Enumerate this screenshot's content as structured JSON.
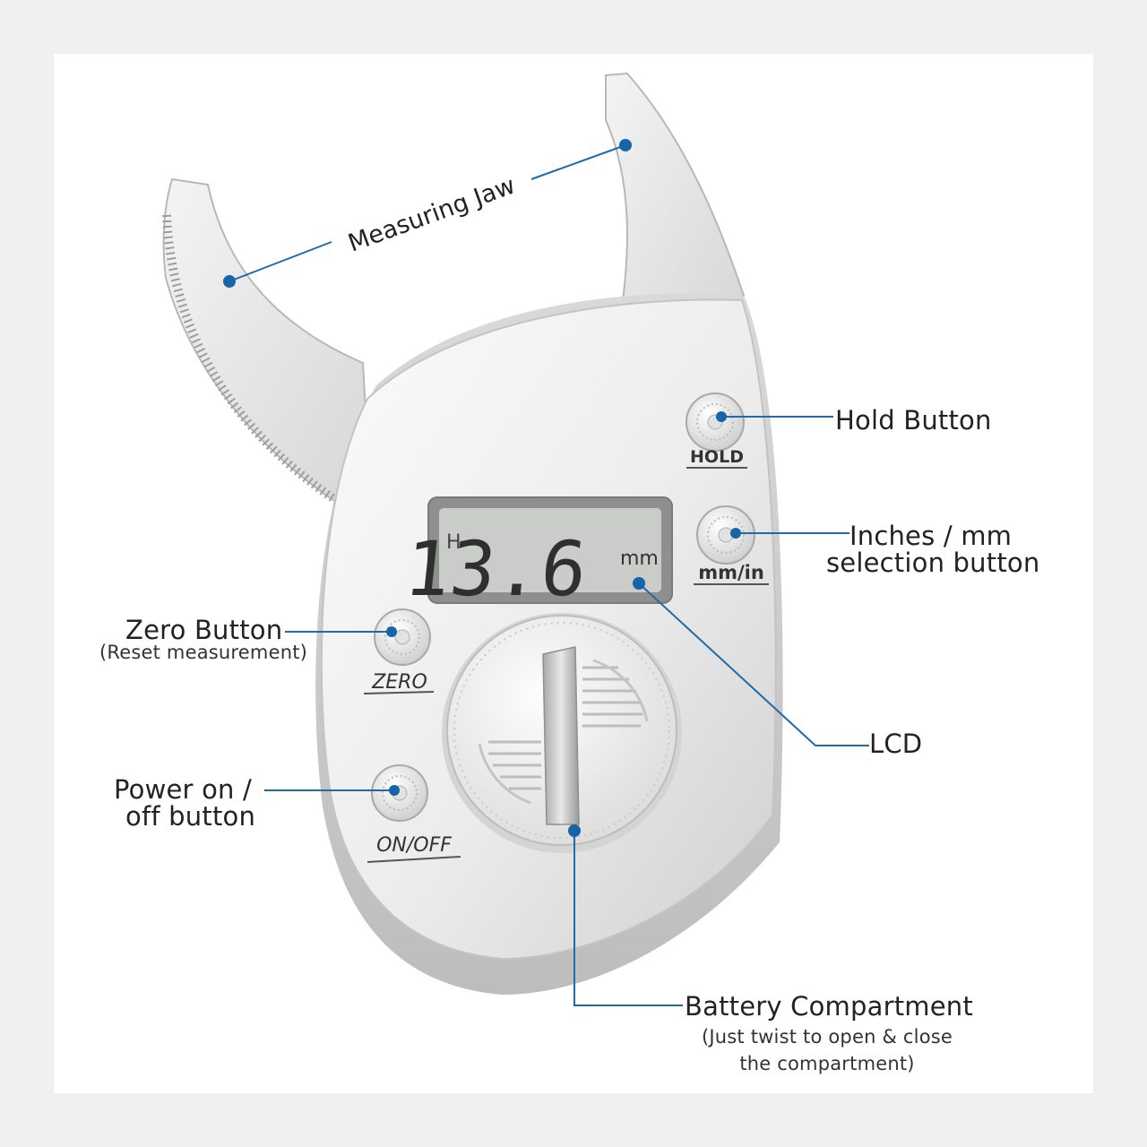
{
  "lcd": {
    "indicator": "H",
    "reading": "13.6",
    "unit": "mm"
  },
  "buttons": {
    "hold": "HOLD",
    "mode": "mm/in",
    "zero": "ZERO",
    "power": "ON/OFF"
  },
  "callouts": {
    "measuring_jaw": "Measuring Jaw",
    "hold_button": "Hold Button",
    "inches_mm_line1": "Inches / mm",
    "inches_mm_line2": "selection button",
    "zero_button": "Zero Button",
    "zero_note": "(Reset measurement)",
    "power_line1": "Power on /",
    "power_line2": "off button",
    "lcd": "LCD",
    "battery": "Battery Compartment",
    "battery_note_line1": "(Just twist to open & close",
    "battery_note_line2": "the compartment)"
  },
  "colors": {
    "leader_line": "#1f6aa8",
    "leader_dot": "#1565a8",
    "lcd_screen": "#c9ccc9",
    "device_body": "#e9e9e9"
  }
}
